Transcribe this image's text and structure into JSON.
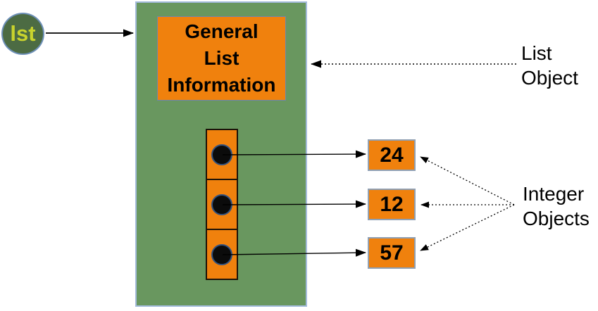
{
  "colors": {
    "panel-fill": "#69975F",
    "panel-border": "#A3BBDB",
    "orange-fill": "#F0810D",
    "box-border-blue": "#6D86AE",
    "box-border-gray": "#8FA0B4",
    "cell-border": "#1C1208",
    "node-fill": "#4C6B43",
    "node-border": "#6E90B8",
    "node-text": "#C9D32D",
    "circle-fill": "#0B0B0B",
    "circle-border": "#31517F",
    "arrow-color": "#000000",
    "label-text": "#000000"
  },
  "diagram": {
    "variable": {
      "label": "lst"
    },
    "list_box": {
      "title_lines": [
        "General",
        "List",
        "Information"
      ]
    },
    "pointer_cell_count": 3,
    "integer_objects": [
      {
        "value": "24"
      },
      {
        "value": "12"
      },
      {
        "value": "57"
      }
    ],
    "annotations": {
      "list_object": {
        "lines": [
          "List",
          "Object"
        ]
      },
      "integer_objects": {
        "lines": [
          "Integer",
          "Objects"
        ]
      }
    }
  }
}
